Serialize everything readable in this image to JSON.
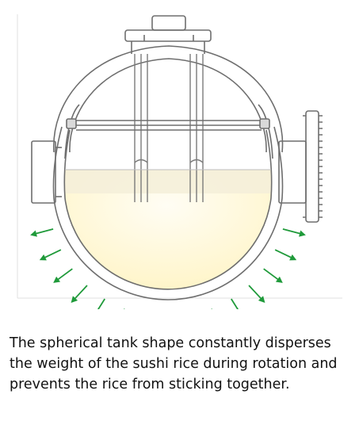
{
  "caption": {
    "text": "The spherical tank shape constantly disperses the weight of the sushi rice during rotation and prevents the rice from sticking together."
  },
  "diagram": {
    "subject": "spherical-rice-tank",
    "arrow_count": 15,
    "colors": {
      "outline": "#6e6e6e",
      "rice_top": "#f3eed6",
      "rice_bottom": "#fff7d2",
      "arrow": "#1f9a3a",
      "frame_line": "#e2e2e2"
    }
  }
}
